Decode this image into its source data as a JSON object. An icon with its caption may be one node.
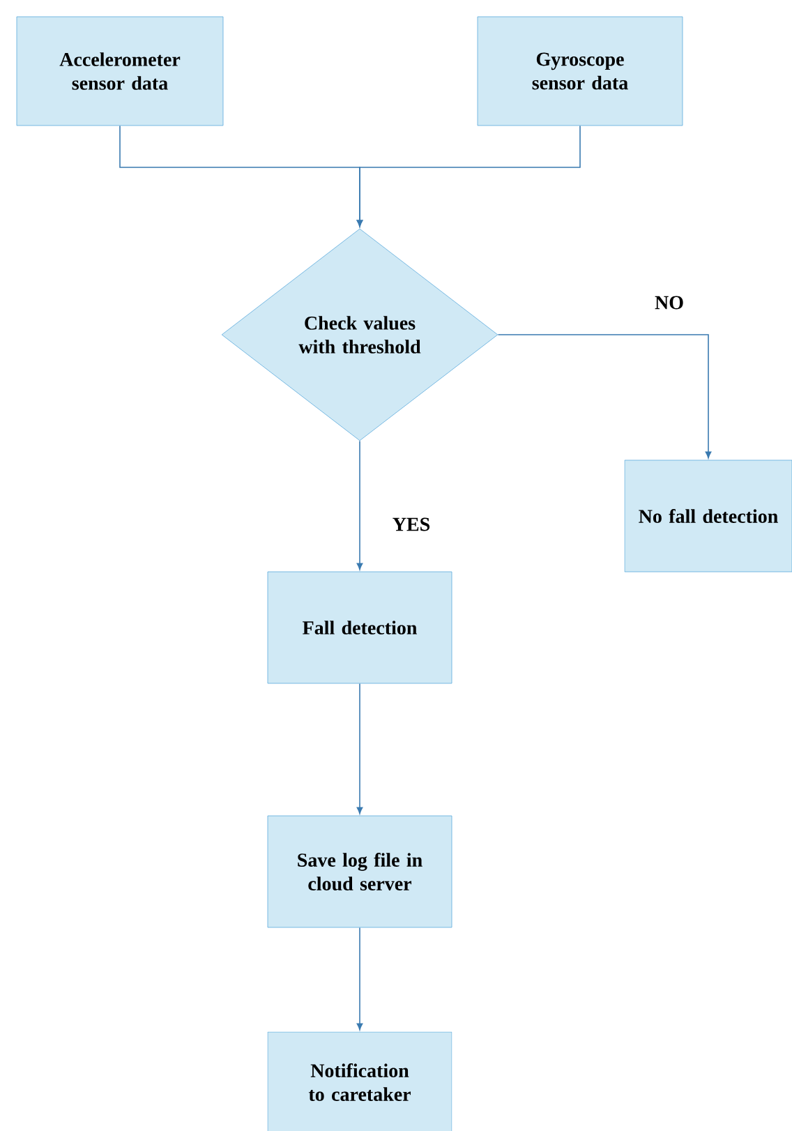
{
  "diagram": {
    "nodes": [
      {
        "text": [
          "Accelerometer sensor data"
        ]
      },
      {
        "text": [
          "Gyroscope sensor data"
        ]
      },
      {
        "text": [
          "Check values with threshold"
        ]
      },
      {
        "text": [
          "No fall detection"
        ]
      },
      {
        "text": [
          "Fall detection"
        ]
      },
      {
        "text": [
          "Save log file in cloud server"
        ]
      },
      {
        "text": [
          "Notification to caretaker"
        ]
      }
    ],
    "edges": [
      {
        "from": 0,
        "to": 2,
        "arrow": "to"
      },
      {
        "from": 1,
        "to": 2,
        "arrow": "to"
      },
      {
        "from": 2,
        "to": 3,
        "arrow": "to",
        "label": "NO"
      },
      {
        "from": 2,
        "to": 4,
        "arrow": "to",
        "label": "YES"
      },
      {
        "from": 4,
        "to": 5,
        "arrow": "to"
      },
      {
        "from": 5,
        "to": 6,
        "arrow": "to"
      }
    ]
  }
}
